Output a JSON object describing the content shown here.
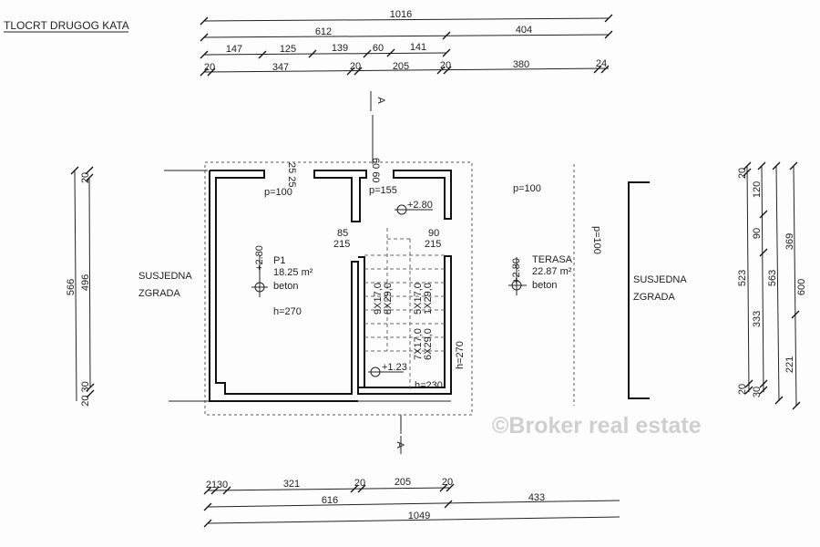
{
  "title": "TLOCRT DRUGOG KATA",
  "top_dims": {
    "total": "1016",
    "row2": [
      "612",
      "404"
    ],
    "row3": [
      "147",
      "125",
      "139",
      "60",
      "141"
    ],
    "row4": [
      "20",
      "347",
      "20",
      "205",
      "20",
      "380",
      "24"
    ]
  },
  "bottom_dims": {
    "row1": [
      "21",
      "30",
      "321",
      "20",
      "205",
      "20"
    ],
    "row2": [
      "616",
      "433"
    ],
    "total": "1049"
  },
  "left_dims": {
    "outer": "566",
    "inner": "496",
    "top": "20",
    "bottom": "20 30"
  },
  "right_dims": {
    "d523": "523",
    "d120": "120",
    "d90": "90",
    "d333": "333",
    "d563": "563",
    "d369": "369",
    "d221": "221",
    "d600": "600",
    "top": "20",
    "bottom": "20",
    "bottom2": "30"
  },
  "neighbor": {
    "line1": "SUSJEDNA",
    "line2": "ZGRADA"
  },
  "rooms": {
    "p1": {
      "name": "P1",
      "area": "18.25 m²",
      "floor": "beton",
      "height": "h=270",
      "level": "+2.80",
      "parapet": "p=100",
      "wall_dim": "25 25"
    },
    "stair": {
      "parapet": "p=155",
      "level_top": "+2.80",
      "level_bottom": "+1.23",
      "height": "h=230",
      "height_right": "h=270",
      "wall_dim": "60 60",
      "door_left": [
        "85",
        "215"
      ],
      "door_right": [
        "90",
        "215"
      ],
      "steps": [
        "9X17,0",
        "8X29,0",
        "5X17,0",
        "1X29,0",
        "7X17,0",
        "6X29,0"
      ]
    },
    "terasa": {
      "name": "TERASA",
      "area": "22.87 m²",
      "floor": "beton",
      "level": "+2.80",
      "parapet": "p=100",
      "parapet_side": "p=100"
    }
  },
  "section_marker": "A",
  "watermark": "©Broker real estate"
}
